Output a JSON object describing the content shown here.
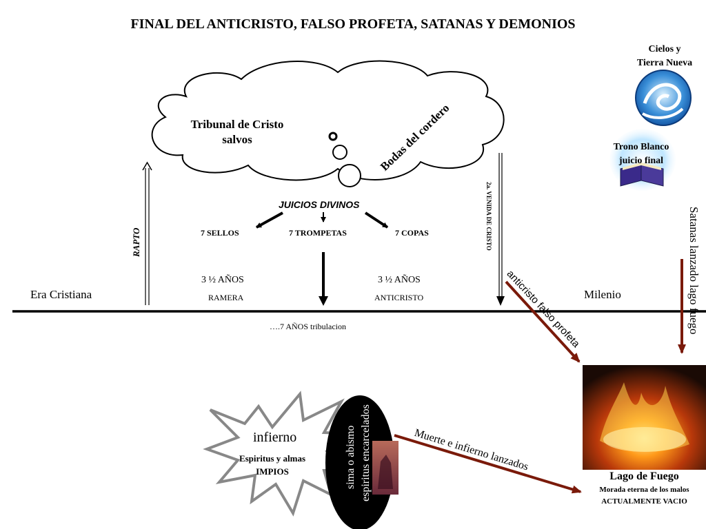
{
  "title": "FINAL DEL ANTICRISTO, FALSO PROFETA, SATANAS Y DEMONIOS",
  "cloud": {
    "tribunal_line1": "Tribunal de Cristo",
    "tribunal_line2": "salvos",
    "bodas": "Bodas del cordero"
  },
  "juicios": {
    "title": "JUICIOS DIVINOS",
    "sellos": "7 SELLOS",
    "trompetas": "7 TROMPETAS",
    "copas": "7 COPAS"
  },
  "rapto": "RAPTO",
  "segunda_venida": "2a. VENIDA DE CRISTO",
  "timeline": {
    "era": "Era Cristiana",
    "milenio": "Milenio",
    "years_left": "3 ½ AÑOS",
    "ramera": "RAMERA",
    "years_right": "3 ½ AÑOS",
    "anticristo": "ANTICRISTO",
    "tribulacion": "….7 AÑOS tribulacion"
  },
  "cielos": {
    "line1": "Cielos y",
    "line2": "Tierra Nueva"
  },
  "trono": {
    "line1": "Trono Blanco",
    "line2": "juicio final"
  },
  "arrows": {
    "anticristo_falso": "anticristo falso profeta",
    "satanas": "Satanas lanzado lago fuego",
    "muerte": "Muerte e infierno lanzados"
  },
  "infierno": {
    "label": "infierno",
    "line1": "Espiritus y almas",
    "line2": "IMPIOS"
  },
  "abismo": {
    "line1": "sima o abismo",
    "line2": "espiritus encarcelados"
  },
  "lago": {
    "title": "Lago de Fuego",
    "line1": "Morada eterna de los malos",
    "line2": "ACTUALMENTE VACIO"
  },
  "colors": {
    "arrow_red": "#7a1a0a",
    "line": "#000000"
  }
}
